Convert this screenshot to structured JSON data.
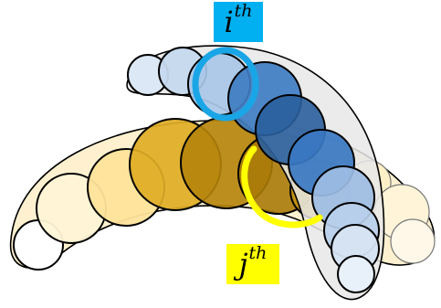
{
  "labels": {
    "i": {
      "base": "i",
      "sup": "th",
      "color": "#00b0f0"
    },
    "j": {
      "base": "j",
      "sup": "th",
      "color": "#ffff00"
    }
  },
  "colors": {
    "blue_chain": [
      "#dce8f5",
      "#c5d9ee",
      "#a9c7e7",
      "#4e86c6",
      "#2e6fb5",
      "#2a5f9c",
      "#3a78c2",
      "#9dbde4",
      "#b8d0ec",
      "#d6e4f3",
      "#e8f0f9"
    ],
    "gold_chain": [
      "#ffffff",
      "#fff4d6",
      "#ffe8a8",
      "#fbd36a",
      "#c8940e",
      "#b5830a",
      "#9e7008",
      "#c39010"
    ],
    "blue_envelope": "#e7e7e7",
    "gold_envelope": "#fff1cf",
    "highlight_i": "#1aa6e6",
    "highlight_j": "#ffff00"
  }
}
